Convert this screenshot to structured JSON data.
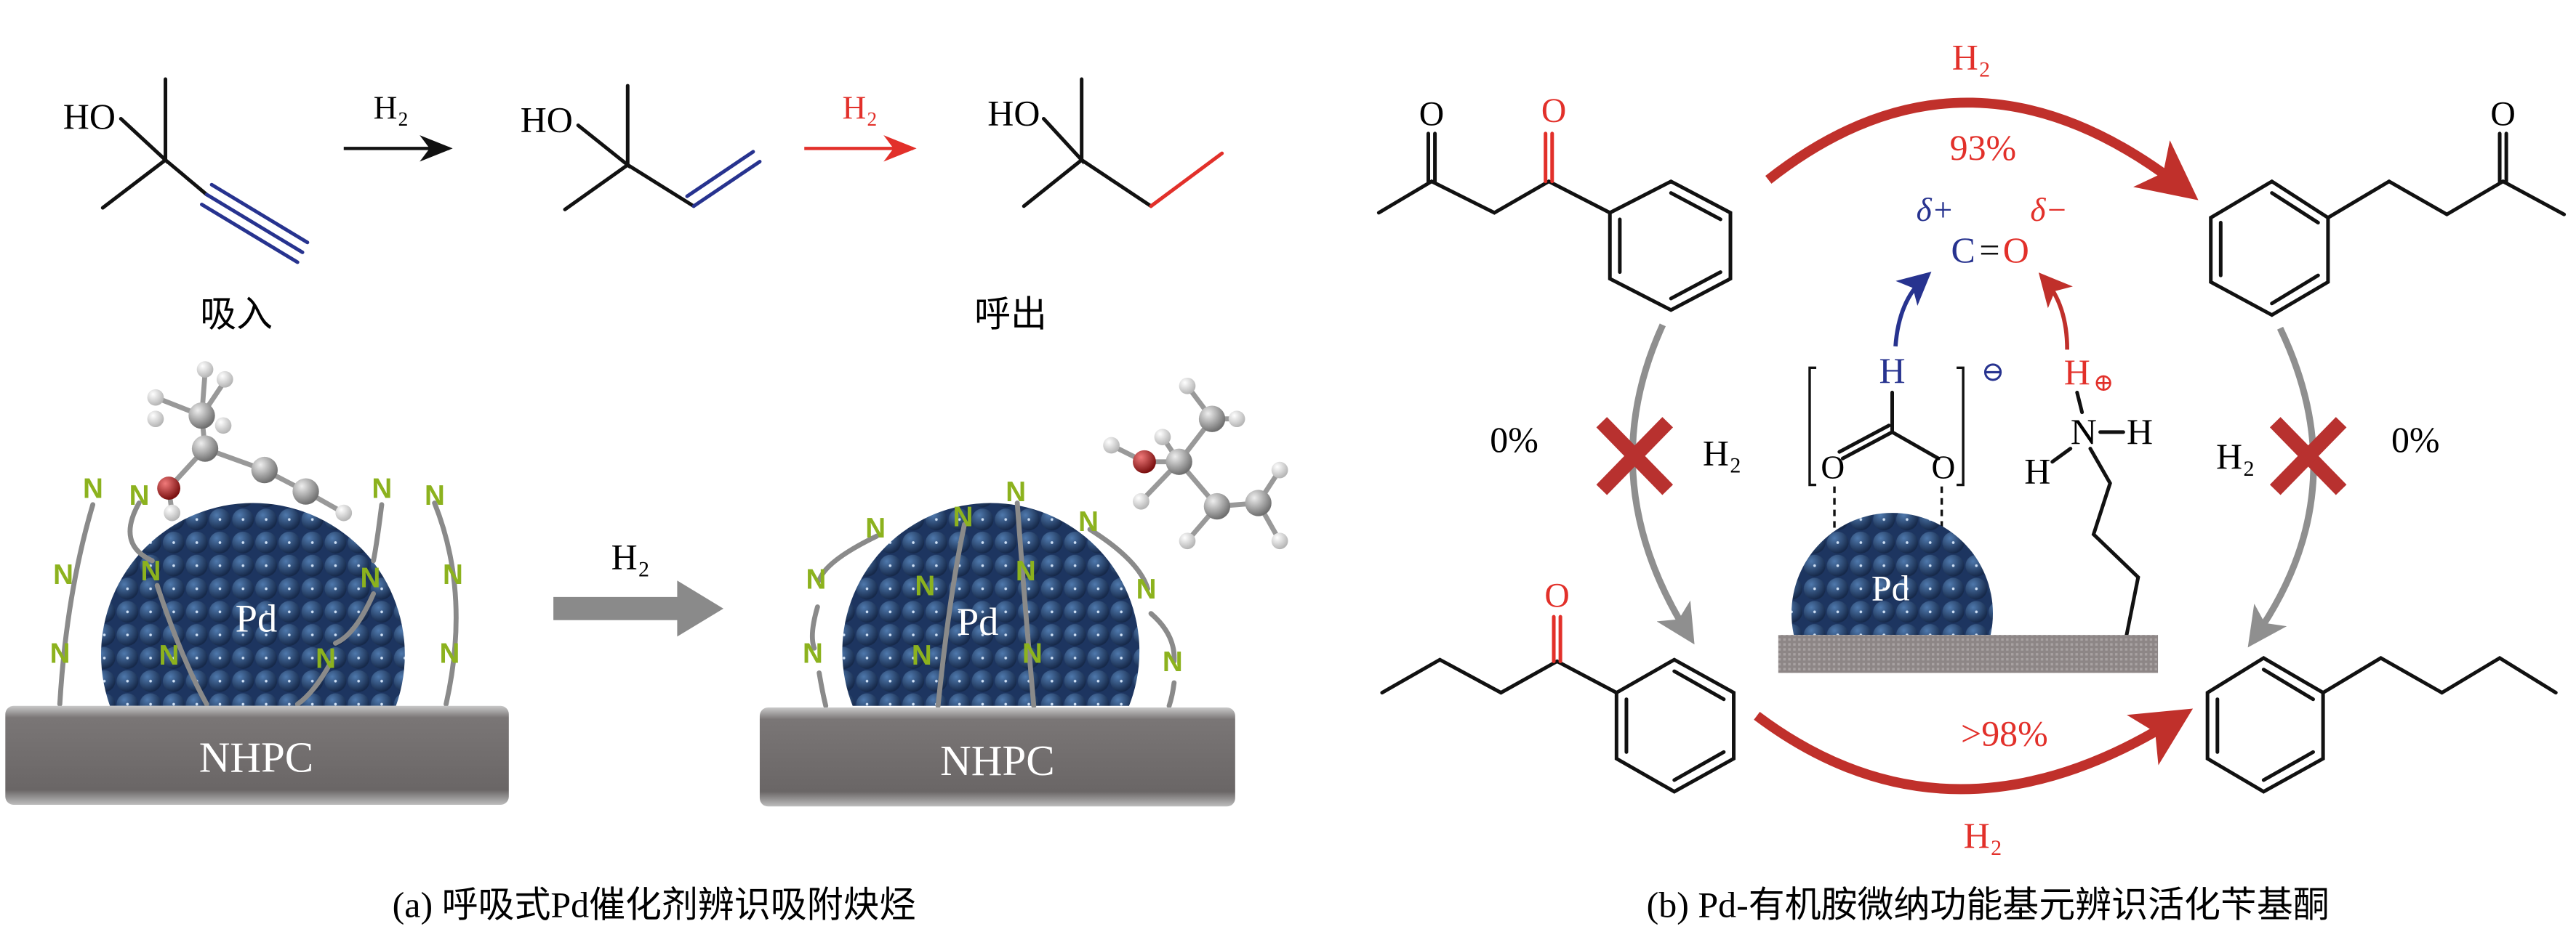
{
  "panel_a": {
    "ho_label": "HO",
    "step1_reagent": "H₂",
    "step2_reagent": "H₂",
    "inhale_label": "吸入",
    "exhale_label": "呼出",
    "metal_label": "Pd",
    "support_label": "NHPC",
    "n_label": "N",
    "transfer_reagent": "H₂",
    "caption": "(a) 呼吸式Pd催化剂辨识吸附炔烃"
  },
  "panel_b": {
    "carbonyl_o": "O",
    "top_reagent": "H₂",
    "top_yield": "93%",
    "bottom_reagent": "H₂",
    "bottom_yield": ">98%",
    "left_yield": "0%",
    "left_reagent": "H₂",
    "right_yield": "0%",
    "right_reagent": "H₂",
    "delta_plus": "δ+",
    "delta_minus": "δ−",
    "carbon": "C",
    "double_bond": "=",
    "hydride": "H",
    "minus_charge": "⊖",
    "proton": "H",
    "plus_charge": "⊕",
    "nitrogen": "N",
    "amine_h": "H",
    "metal_label": "Pd",
    "caption": "(b) Pd-有机胺微纳功能基元辨识活化苄基酮"
  },
  "colors": {
    "blue": "#27338f",
    "red": "#e2302a",
    "cross": "#b8312f",
    "nitrogen": "#8cb21e",
    "support": "#6e6a6a",
    "pd": "#2d4e7e"
  }
}
